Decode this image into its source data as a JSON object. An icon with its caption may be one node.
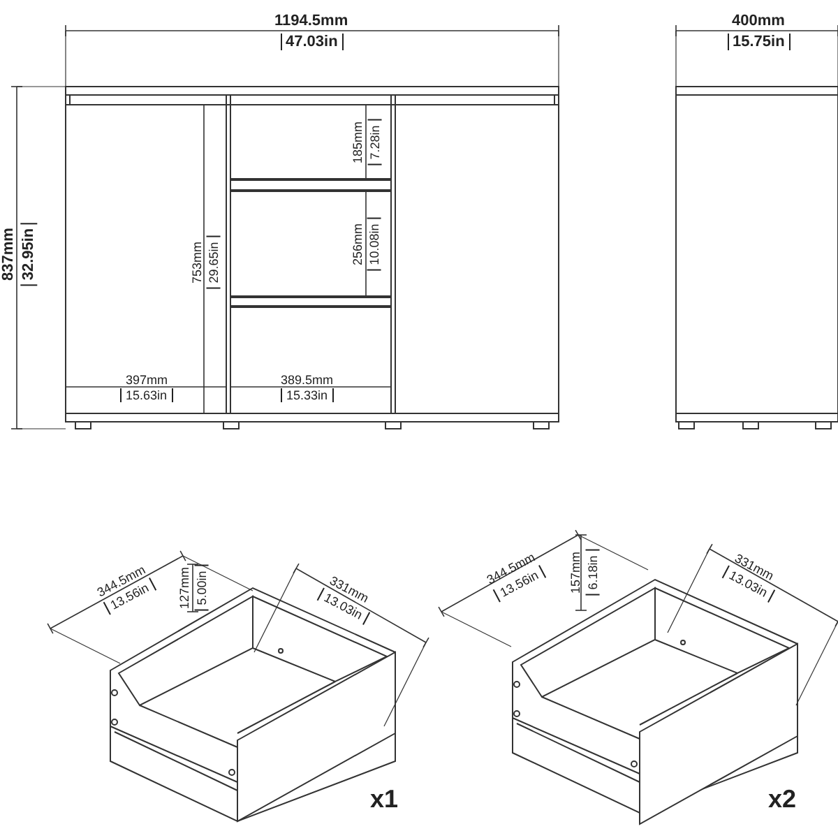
{
  "diagram": {
    "labels": [
      "1194.5mm",
      "47.03in",
      "400mm",
      "15.75in",
      "837mm",
      "32.95in",
      "185mm",
      "7.28in",
      "256mm",
      "10.08in",
      "753mm",
      "29.65in",
      "397mm",
      "15.63in",
      "389.5mm",
      "15.33in",
      "344.5mm",
      "13.56in",
      "127mm",
      "5.00in",
      "331mm",
      "13.03in",
      "x1",
      "344.5mm",
      "13.56in",
      "157mm",
      "6.18in",
      "331mm",
      "13.03in",
      "x2"
    ]
  }
}
